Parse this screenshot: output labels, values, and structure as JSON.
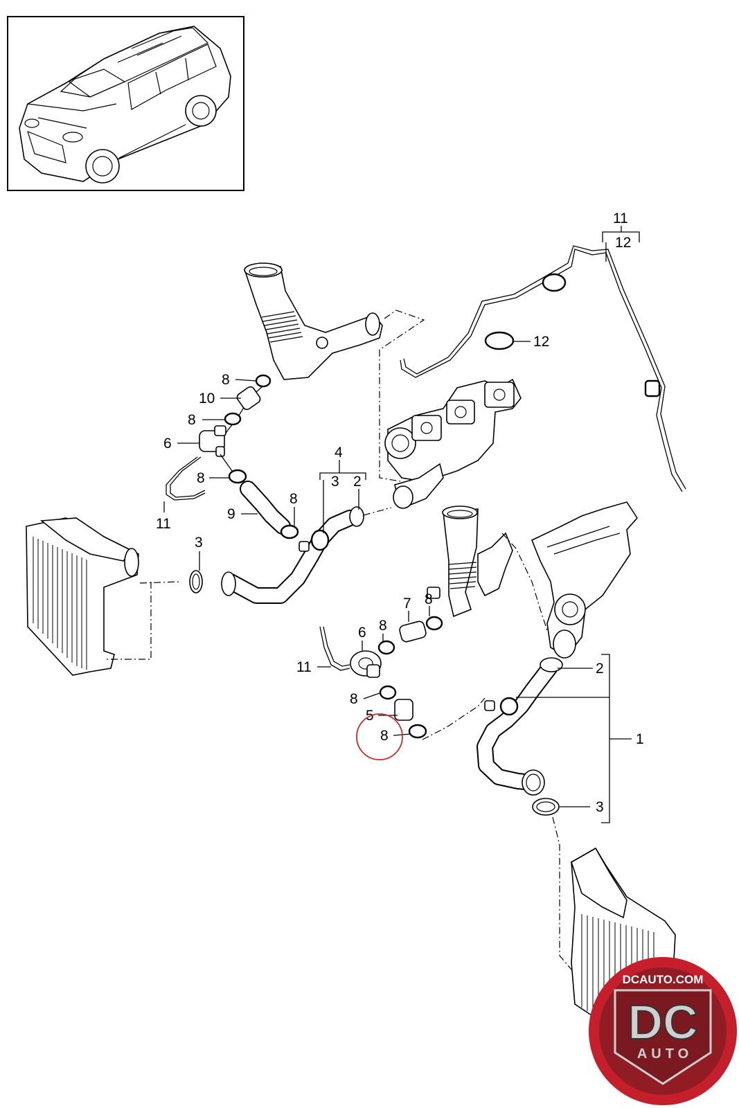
{
  "callouts": {
    "c11_top": "11",
    "c12_top": "12",
    "c12_mid": "12",
    "c8_a": "8",
    "c10": "10",
    "c8_b": "8",
    "c6_a": "6",
    "c8_c": "8",
    "c11_left": "11",
    "c9": "9",
    "c8_d": "8",
    "c4": "4",
    "c3_group": "3",
    "c2_group": "2",
    "c3_left": "3",
    "c7": "7",
    "c8_e": "8",
    "c6_b": "6",
    "c8_f": "8",
    "c11_mid": "11",
    "c8_g": "8",
    "c5": "5",
    "c8_h": "8",
    "c2_right": "2",
    "c1": "1",
    "c3_right": "3"
  },
  "logo": {
    "text_top": "DCAUTO.COM",
    "text_mark": "DC",
    "text_bottom": "AUTO",
    "colors": {
      "ring": "#c41f2a",
      "inner": "#8a1c22",
      "letters": "#cfcfcf"
    }
  },
  "highlight": {
    "color": "#cc2a2a",
    "target": "8"
  }
}
